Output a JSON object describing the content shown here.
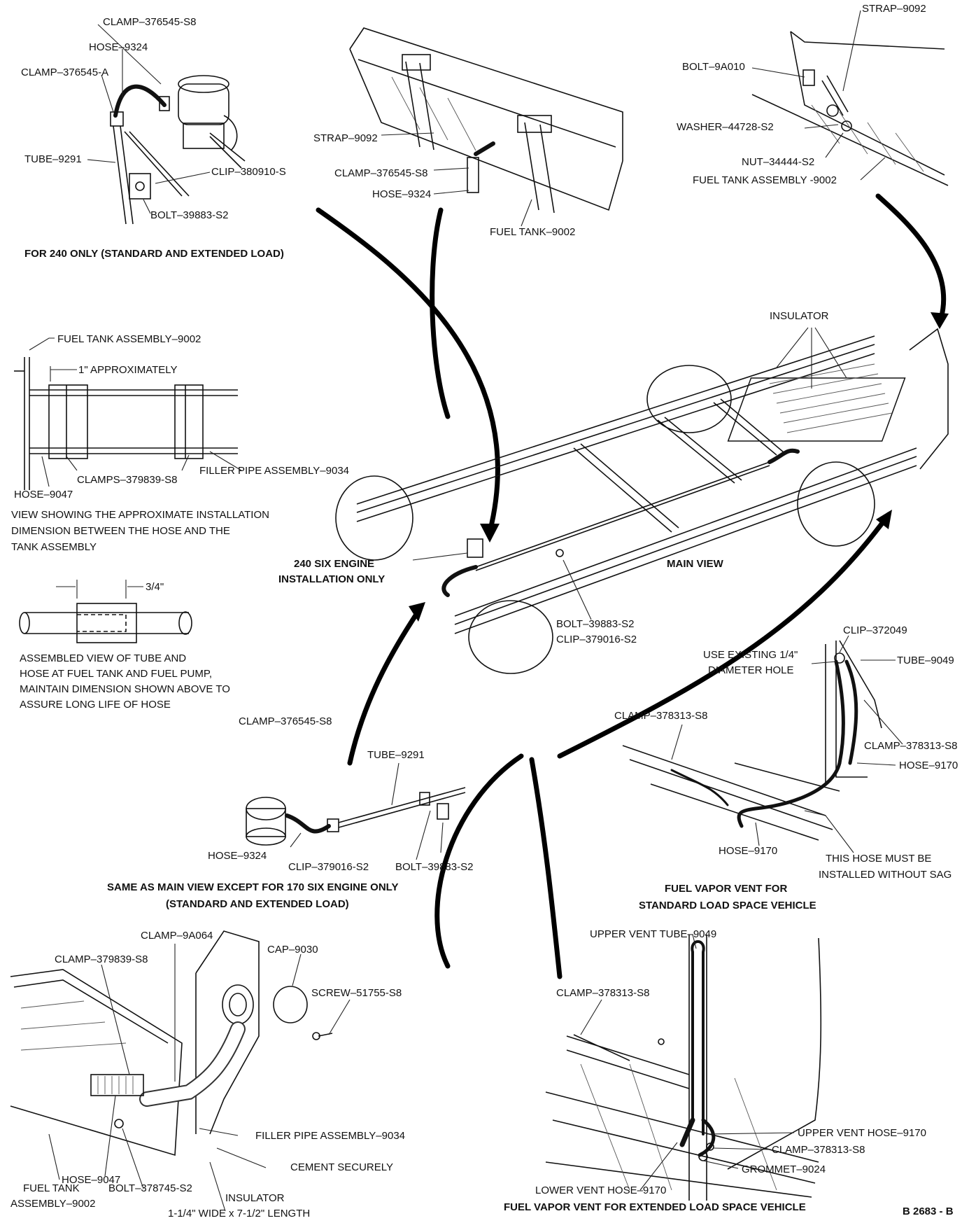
{
  "labels": {
    "top_left": {
      "clamp_s8": "CLAMP–376545-S8",
      "hose": "HOSE–9324",
      "clamp_a": "CLAMP–376545-A",
      "tube": "TUBE–9291",
      "clip": "CLIP–380910-S",
      "bolt": "BOLT–39883-S2",
      "caption": "FOR 240 ONLY (STANDARD AND EXTENDED LOAD)"
    },
    "top_center": {
      "strap": "STRAP–9092",
      "clamp": "CLAMP–376545-S8",
      "hose": "HOSE–9324",
      "fuel_tank": "FUEL TANK–9002"
    },
    "top_right": {
      "strap": "STRAP–9092",
      "bolt": "BOLT–9A010",
      "washer": "WASHER–44728-S2",
      "nut": "NUT–34444-S2",
      "tank_assembly": "FUEL TANK ASSEMBLY -9002"
    },
    "filler_detail": {
      "tank_assembly": "FUEL TANK ASSEMBLY–9002",
      "approx": "1\" APPROXIMATELY",
      "clamps": "CLAMPS–379839-S8",
      "filler_pipe": "FILLER PIPE ASSEMBLY–9034",
      "hose": "HOSE–9047",
      "note_1": "VIEW SHOWING THE APPROXIMATE INSTALLATION",
      "note_2": "DIMENSION BETWEEN THE HOSE AND THE",
      "note_3": "TANK ASSEMBLY"
    },
    "tube_detail": {
      "dimension": "3/4\"",
      "note_1": "ASSEMBLED VIEW OF TUBE AND",
      "note_2": "HOSE AT FUEL TANK AND FUEL PUMP,",
      "note_3": "MAINTAIN DIMENSION SHOWN ABOVE TO",
      "note_4": "ASSURE LONG LIFE OF HOSE"
    },
    "main_view": {
      "insulator": "INSULATOR",
      "engine_1": "240 SIX ENGINE",
      "engine_2": "INSTALLATION ONLY",
      "title": "MAIN VIEW",
      "bolt": "BOLT–39883-S2",
      "clip": "CLIP–379016-S2"
    },
    "engine_170": {
      "clamp": "CLAMP–376545-S8",
      "tube": "TUBE–9291",
      "hose": "HOSE–9324",
      "clip": "CLIP–379016-S2",
      "bolt": "BOLT–39883-S2",
      "caption_1": "SAME AS MAIN VIEW EXCEPT FOR 170 SIX ENGINE ONLY",
      "caption_2": "(STANDARD AND EXTENDED LOAD)"
    },
    "vent_standard": {
      "clip": "CLIP–372049",
      "hole_1": "USE EXISTING 1/4\"",
      "hole_2": "DIAMETER HOLE",
      "tube": "TUBE–9049",
      "clamp_left": "CLAMP–378313-S8",
      "clamp_right": "CLAMP–378313-S8",
      "hose_right": "HOSE–9170",
      "hose_bottom": "HOSE–9170",
      "sag_1": "THIS HOSE MUST BE",
      "sag_2": "INSTALLED WITHOUT SAG",
      "caption_1": "FUEL VAPOR VENT FOR",
      "caption_2": "STANDARD LOAD SPACE VEHICLE"
    },
    "filler_neck": {
      "clamp_9a064": "CLAMP–9A064",
      "clamp_379839": "CLAMP–379839-S8",
      "cap": "CAP–9030",
      "screw": "SCREW–51755-S8",
      "filler_pipe": "FILLER PIPE ASSEMBLY–9034",
      "cement": "CEMENT SECURELY",
      "hose": "HOSE–9047",
      "tank_1": "FUEL TANK",
      "tank_2": "ASSEMBLY–9002",
      "bolt": "BOLT–378745-S2",
      "insulator_1": "INSULATOR",
      "insulator_2": "1-1/4\" WIDE x 7-1/2\" LENGTH"
    },
    "vent_extended": {
      "upper_tube": "UPPER VENT TUBE–9049",
      "clamp_left": "CLAMP–378313-S8",
      "upper_hose": "UPPER VENT HOSE–9170",
      "clamp_right": "CLAMP–378313-S8",
      "grommet": "GROMMET–9024",
      "lower_hose": "LOWER VENT HOSE–9170",
      "caption": "FUEL VAPOR VENT FOR EXTENDED LOAD SPACE VEHICLE"
    },
    "figure_number": "B 2683 - B"
  }
}
